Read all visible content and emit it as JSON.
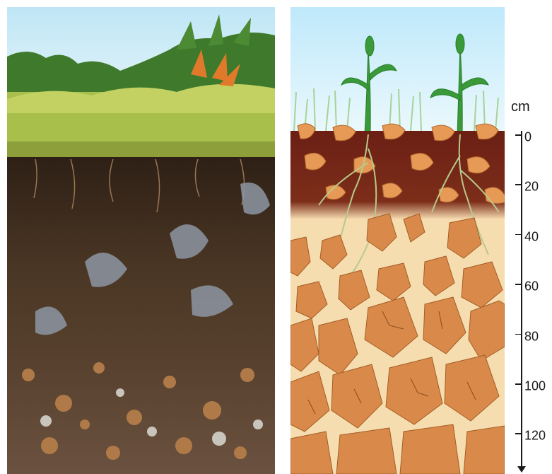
{
  "scale": {
    "unit": "cm",
    "ticks": [
      "0",
      "20",
      "40",
      "60",
      "80",
      "100",
      "120"
    ],
    "depths_cm": [
      0,
      20,
      40,
      60,
      80,
      100,
      120
    ],
    "axis_max_cm": 138
  },
  "colors": {
    "sky": "#cfeefc",
    "grass": "#b6cf5f",
    "topsoil": "#7a2a1a",
    "subsoil": "#f6ddb0",
    "rock": "#d98a4a",
    "photo_soil": "#4a3624"
  },
  "photo": {
    "subject": "photo-soil-profile-icon"
  }
}
